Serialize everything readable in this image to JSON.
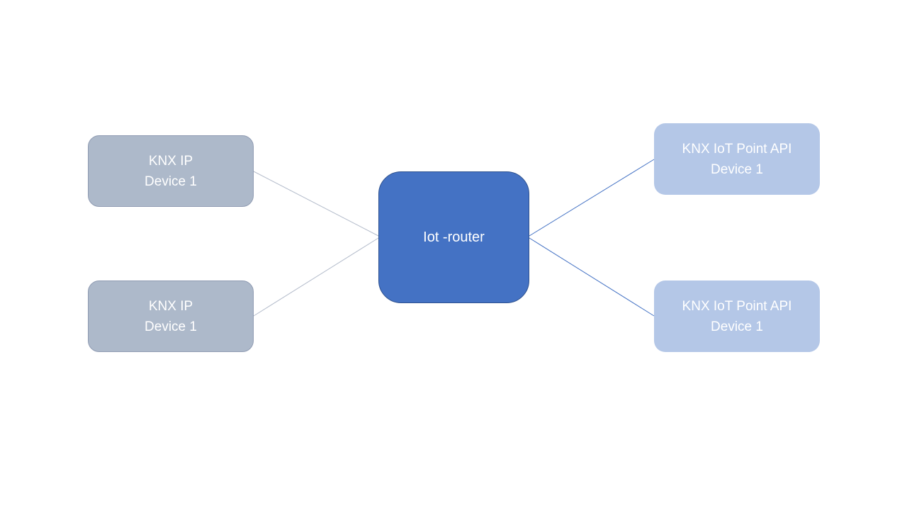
{
  "diagram": {
    "router": {
      "label": "Iot -router",
      "fill": "#4472c4"
    },
    "left_nodes": [
      {
        "line1": "KNX IP",
        "line2": "Device 1",
        "fill": "#adb9ca"
      },
      {
        "line1": "KNX IP",
        "line2": "Device 1",
        "fill": "#adb9ca"
      }
    ],
    "right_nodes": [
      {
        "line1": "KNX IoT Point API",
        "line2": "Device 1",
        "fill": "#b4c7e7"
      },
      {
        "line1": "KNX IoT Point API",
        "line2": "Device 1",
        "fill": "#b4c7e7"
      }
    ],
    "colors": {
      "left_connector": "#b4bccb",
      "right_connector": "#4472c4",
      "background": "#ffffff"
    }
  }
}
